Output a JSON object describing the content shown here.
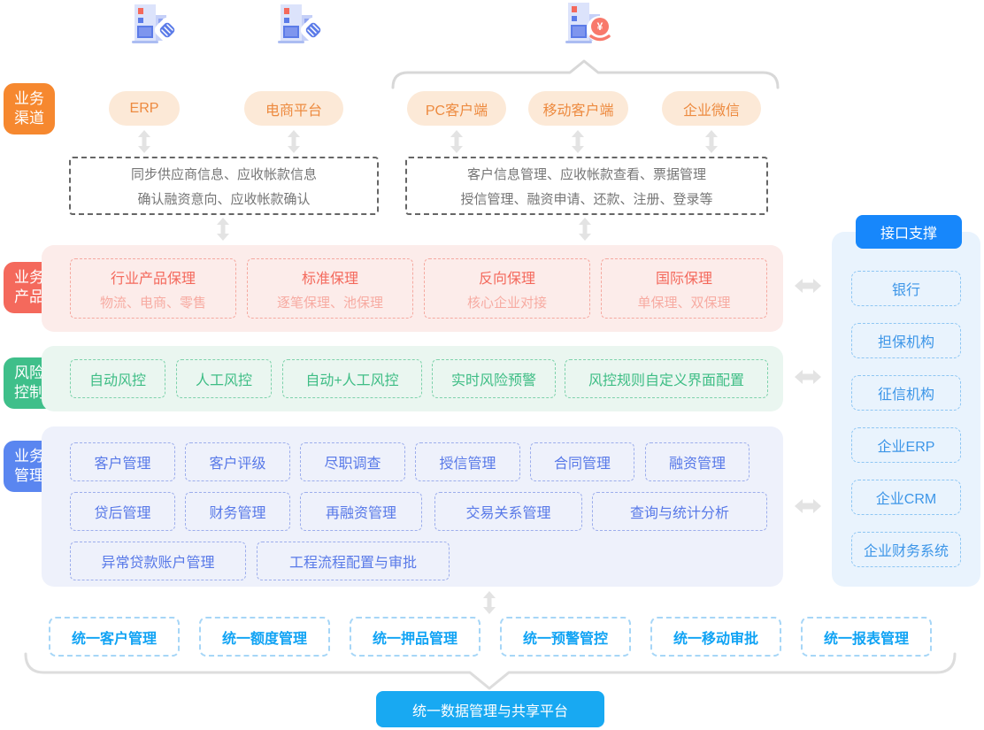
{
  "palette": {
    "channel_tag": "#F6882F",
    "product_tag": "#F4695C",
    "risk_tag": "#3FBF8A",
    "management_tag": "#5A86F0",
    "channel_button_bg": "#FCE9D7",
    "channel_button_text": "#ED8A3F",
    "product_panel_bg": "#FCECEA",
    "risk_panel_bg": "#EAF6F0",
    "management_panel_bg": "#EEF1FB",
    "interface_panel_bg": "#E9F3FD",
    "interface_header_bg": "#1787FB",
    "platform_button_bg": "#18A9F2",
    "unified_text": "#10A3F4",
    "arrow": "#E3E3E3"
  },
  "icons": [
    "building-handshake-icon",
    "building-handshake-icon",
    "building-finance-icon",
    "updown-arrow-icon",
    "leftright-arrow-icon",
    "brace-top",
    "brace-bottom"
  ],
  "tags": {
    "channel": "业务渠道",
    "product": "业务产品",
    "risk": "风险控制",
    "management": "业务管理"
  },
  "channels": {
    "items": [
      "ERP",
      "电商平台",
      "PC客户端",
      "移动客户端",
      "企业微信"
    ]
  },
  "sync_boxes": [
    {
      "line1": "同步供应商信息、应收帐款信息",
      "line2": "确认融资意向、应收帐款确认"
    },
    {
      "line1": "客户信息管理、应收帐款查看、票据管理",
      "line2": "授信管理、融资申请、还款、注册、登录等"
    }
  ],
  "products": {
    "items": [
      {
        "title": "行业产品保理",
        "sub": "物流、电商、零售"
      },
      {
        "title": "标准保理",
        "sub": "逐笔保理、池保理"
      },
      {
        "title": "反向保理",
        "sub": "核心企业对接"
      },
      {
        "title": "国际保理",
        "sub": "单保理、双保理"
      }
    ]
  },
  "risk": {
    "items": [
      "自动风控",
      "人工风控",
      "自动+人工风控",
      "实时风险预警",
      "风控规则自定义界面配置"
    ]
  },
  "management": {
    "items": [
      "客户管理",
      "客户评级",
      "尽职调查",
      "授信管理",
      "合同管理",
      "融资管理",
      "贷后管理",
      "财务管理",
      "再融资管理",
      "交易关系管理",
      "查询与统计分析",
      "异常贷款账户管理",
      "工程流程配置与审批"
    ]
  },
  "interface": {
    "header": "接口支撑",
    "items": [
      "银行",
      "担保机构",
      "征信机构",
      "企业ERP",
      "企业CRM",
      "企业财务系统"
    ]
  },
  "unified": {
    "items": [
      "统一客户管理",
      "统一额度管理",
      "统一押品管理",
      "统一预警管控",
      "统一移动审批",
      "统一报表管理"
    ]
  },
  "platform": {
    "label": "统一数据管理与共享平台"
  }
}
